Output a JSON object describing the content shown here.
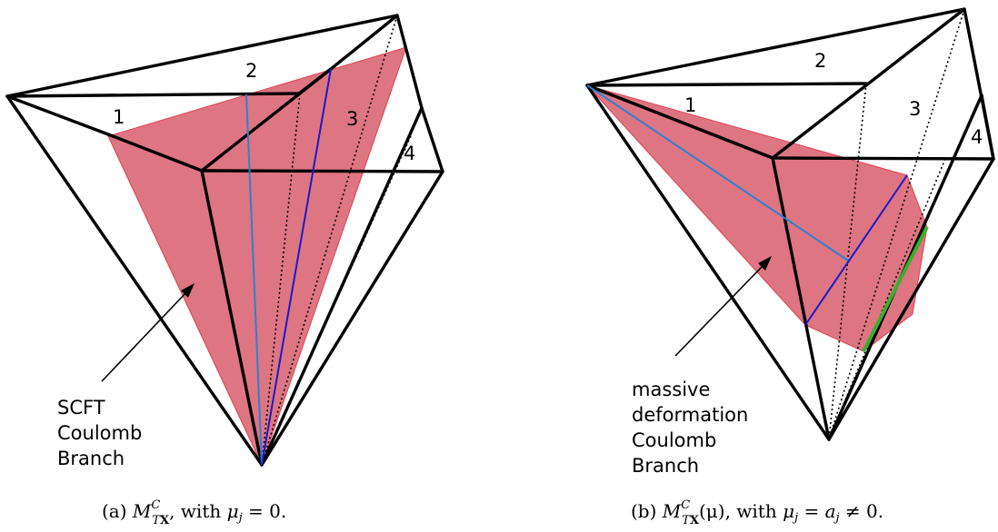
{
  "panel_a": {
    "region_labels": [
      "1",
      "2",
      "3",
      "4"
    ],
    "annotation": [
      "SCFT",
      "Coulomb",
      "Branch"
    ],
    "caption": {
      "prefix": "(a) ",
      "symbol": "M",
      "superscript": "C",
      "subscript": "T",
      "subscript_bold": "X",
      "suffix": ", with ",
      "condition": "μ",
      "condition_sub": "j",
      "condition_rest": " = 0."
    }
  },
  "panel_b": {
    "region_labels": [
      "1",
      "2",
      "3",
      "4"
    ],
    "annotation": [
      "massive",
      "deformation",
      "Coulomb",
      "Branch"
    ],
    "caption": {
      "prefix": "(b) ",
      "symbol": "M",
      "superscript": "C",
      "subscript": "T",
      "subscript_bold": "X",
      "argument": "(μ)",
      "suffix": ", with ",
      "condition": "μ",
      "condition_sub": "j",
      "condition_mid": " = ",
      "condition_a": "a",
      "condition_a_sub": "j",
      "condition_rest": " ≠ 0."
    }
  },
  "colors": {
    "region_fill": "#dc6e7c",
    "line_light_blue": "#2f7fd0",
    "line_dark_blue": "#1a1ac8",
    "line_green": "#3bb02a"
  }
}
